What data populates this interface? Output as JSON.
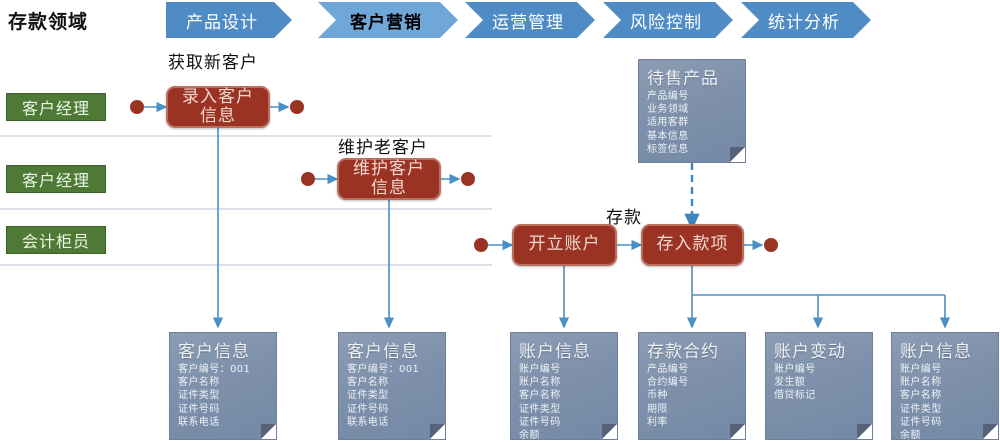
{
  "page": {
    "domain_title": "存款领域",
    "accent_blue": "#4f8cc6",
    "accent_blue_active": "#6fa8d8",
    "process_red": "#9a3324",
    "lane_green": "#4f7a35",
    "doc_slate": "#7e90ab",
    "connector_blue": "#5b9bd5"
  },
  "header": {
    "phases": [
      {
        "label": "产品设计",
        "active": false
      },
      {
        "label": "客户营销",
        "active": true
      },
      {
        "label": "运营管理",
        "active": false
      },
      {
        "label": "风险控制",
        "active": false
      },
      {
        "label": "统计分析",
        "active": false
      }
    ]
  },
  "lanes": [
    {
      "label": "客户经理"
    },
    {
      "label": "客户经理"
    },
    {
      "label": "会计柜员"
    }
  ],
  "captions": [
    {
      "text": "获取新客户"
    },
    {
      "text": "维护老客户"
    },
    {
      "text": "存款"
    }
  ],
  "processes": [
    {
      "label": "录入客户\n信息",
      "line1": "录入客户",
      "line2": "信息"
    },
    {
      "label": "维护客户\n信息",
      "line1": "维护客户",
      "line2": "信息"
    },
    {
      "label": "开立账户",
      "line1": "开立账户",
      "line2": ""
    },
    {
      "label": "存入款项",
      "line1": "存入款项",
      "line2": ""
    }
  ],
  "product_doc": {
    "title": "待售产品",
    "fields": [
      "产品编号",
      "业务领域",
      "适用客群",
      "基本信息",
      "标签信息"
    ]
  },
  "documents": [
    {
      "title": "客户信息",
      "fields": [
        "客户编号：001",
        "客户名称",
        "证件类型",
        "证件号码",
        "联系电话"
      ]
    },
    {
      "title": "客户信息",
      "fields": [
        "客户编号：001",
        "客户名称",
        "证件类型",
        "证件号码",
        "联系电话"
      ]
    },
    {
      "title": "账户信息",
      "fields": [
        "账户编号",
        "账户名称",
        "客户名称",
        "证件类型",
        "证件号码",
        "余额"
      ]
    },
    {
      "title": "存款合约",
      "fields": [
        "产品编号",
        "合约编号",
        "币种",
        "期限",
        "利率"
      ]
    },
    {
      "title": "账户变动",
      "fields": [
        "账户编号",
        "发生额",
        "借贷标记"
      ]
    },
    {
      "title": "账户信息",
      "fields": [
        "账户编号",
        "账户名称",
        "客户名称",
        "证件类型",
        "证件号码",
        "余额"
      ]
    }
  ]
}
